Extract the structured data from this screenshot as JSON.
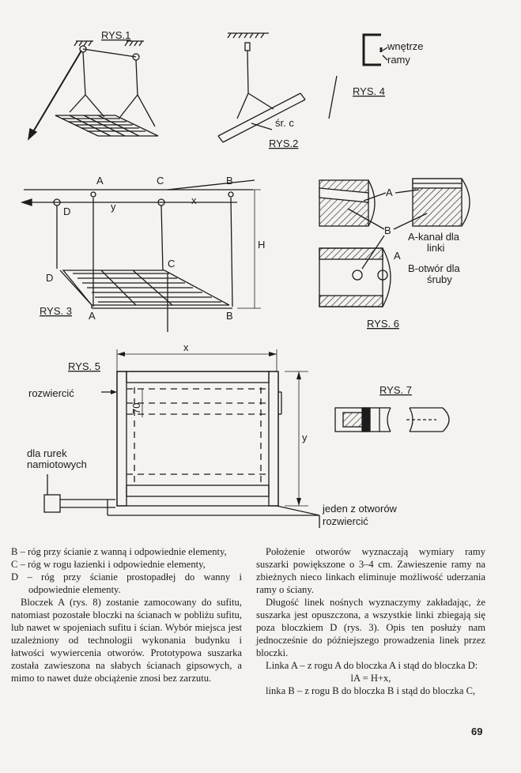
{
  "figures": {
    "rys1": {
      "title": "RYS.1"
    },
    "rys2": {
      "title": "RYS.2",
      "label_src": "śr. c"
    },
    "rys3": {
      "title": "RYS. 3",
      "points": {
        "A": "A",
        "B": "B",
        "C": "C",
        "D": "D"
      },
      "dims": {
        "x": "x",
        "y": "y",
        "H": "H"
      }
    },
    "rys4": {
      "title": "RYS. 4",
      "label_line1": "wnętrze",
      "label_line2": "ramy"
    },
    "rys5": {
      "title": "RYS. 5",
      "dim_x": "x",
      "dim_y": "y",
      "dim_70": "70",
      "label_rozwiercic": "rozwiercić",
      "label_rurek_1": "dla rurek",
      "label_rurek_2": "namiotowych",
      "label_otwor_1": "jeden z otworów",
      "label_otwor_2": "rozwiercić"
    },
    "rys6": {
      "title": "RYS. 6",
      "mark_a": "A",
      "mark_b": "B",
      "legend_a_1": "A-kanał dla",
      "legend_a_2": "linki",
      "legend_b_1": "B-otwór dla",
      "legend_b_2": "śruby"
    },
    "rys7": {
      "title": "RYS. 7"
    }
  },
  "left_column": {
    "items": [
      {
        "letter": "B",
        "text": "– róg przy ścianie z wanną i odpowiednie elementy,"
      },
      {
        "letter": "C",
        "text": "– róg w rogu łazienki i odpowiednie elementy,"
      },
      {
        "letter": "D",
        "text": "– róg przy ścianie prostopadłej do wanny i odpowiednie elementy."
      }
    ],
    "paragraph": "Bloczek A (rys. 8) zostanie zamocowany do sufitu, natomiast pozostałe bloczki na ścianach w pobliżu sufitu, lub nawet w spojeniach sufitu i ścian. Wybór miejsca jest uzależniony od technologii wykonania budynku i łatwości wywiercenia otworów. Prototypowa suszarka została zawieszona na słabych ścianach gipsowych, a mimo to nawet duże obciążenie znosi bez zarzutu."
  },
  "right_column": {
    "p1": "Położenie otworów wyznaczają wymiary ramy suszarki powiększone o 3–4 cm. Zawieszenie ramy na zbieżnych nieco linkach eliminuje możliwość uderzania ramy o ściany.",
    "p2": "Długość linek nośnych wyznaczymy zakładając, że suszarka jest opuszczona, a wszystkie linki zbiegają się poza bloczkiem D (rys. 3). Opis ten posłuży nam jednocześnie do późniejszego prowadzenia linek przez bloczki.",
    "p3": "Linka A – z rogu A do bloczka A i stąd do bloczka D:",
    "formula": "lA = H+x,",
    "p4": "linka B – z rogu B do bloczka B i stąd do bloczka C,"
  },
  "page_number": "69"
}
